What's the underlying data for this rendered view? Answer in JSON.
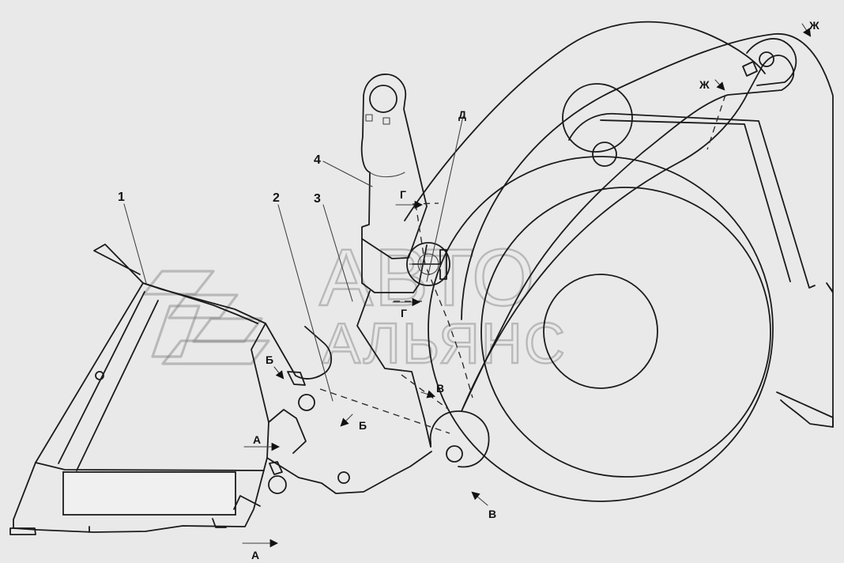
{
  "callouts": {
    "c1": "1",
    "c2": "2",
    "c3": "3",
    "c4": "4"
  },
  "sections": {
    "a_top": "А",
    "a_bottom": "А",
    "b_upper": "Б",
    "b_lower": "Б",
    "v_upper": "В",
    "v_lower": "В",
    "g_upper": "Г",
    "g_lower": "Г",
    "d": "Д",
    "zh_top": "Ж",
    "zh_mid": "Ж"
  },
  "watermark": {
    "line1": "АВТО",
    "line2": "АЛЬЯНС"
  }
}
